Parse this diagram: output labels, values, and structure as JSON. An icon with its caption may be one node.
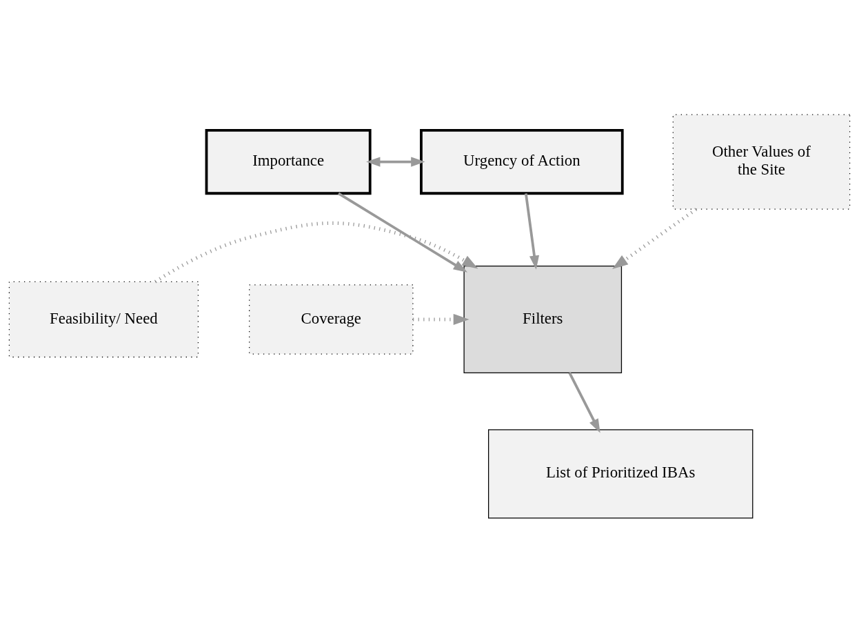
{
  "diagram": {
    "nodes": [
      {
        "text": [
          "Importance"
        ]
      },
      {
        "text": [
          "Urgency of Action"
        ]
      },
      {
        "text": [
          "Coverage"
        ]
      },
      {
        "text": [
          "Filters"
        ]
      },
      {
        "text": [
          "Feasibility/ Need"
        ]
      },
      {
        "text": [
          "Other Values of the Site"
        ]
      },
      {
        "text": [
          "List of Prioritized IBAs"
        ]
      }
    ],
    "edges": [
      {
        "from": 0,
        "to": 1,
        "arrow": "both"
      },
      {
        "from": 0,
        "to": 3,
        "arrow": "to"
      },
      {
        "from": 1,
        "to": 3,
        "arrow": "to"
      },
      {
        "from": 2,
        "to": 3,
        "arrow": "to",
        "style": "dashed"
      },
      {
        "from": 4,
        "to": 3,
        "arrow": "to",
        "style": "dashed"
      },
      {
        "from": 5,
        "to": 3,
        "arrow": "to",
        "style": "dashed"
      },
      {
        "from": 3,
        "to": 6,
        "arrow": "to"
      }
    ]
  }
}
